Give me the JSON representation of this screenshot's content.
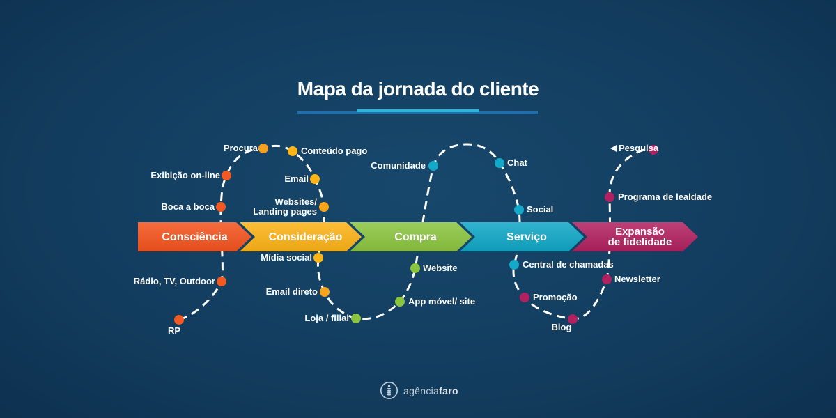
{
  "title": "Mapa da jornada do cliente",
  "underline": {
    "blue": "#1d6fb2",
    "teal": "#27b7d8"
  },
  "journey": {
    "line_color": "#ffffff"
  },
  "stages": [
    {
      "label": "Consciência",
      "color": "#f4531d"
    },
    {
      "label": "Consideração",
      "color": "#fcb316"
    },
    {
      "label": "Compra",
      "color": "#8bc540"
    },
    {
      "label": "Serviço",
      "color": "#0fa7c6"
    },
    {
      "label": "Expansão\nde fidelidade",
      "color": "#b1215f"
    }
  ],
  "touchpoints": [
    {
      "label": "RP",
      "color": "#f15a22"
    },
    {
      "label": "Rádio, TV, Outdoor",
      "color": "#f15a22"
    },
    {
      "label": "Boca a boca",
      "color": "#f15a22"
    },
    {
      "label": "Exibição on-line",
      "color": "#f15a22"
    },
    {
      "label": "Procura",
      "color": "#f7a11c"
    },
    {
      "label": "Conteúdo pago",
      "color": "#fdb515"
    },
    {
      "label": "Email",
      "color": "#fdb515"
    },
    {
      "label": "Websites/\nLanding pages",
      "color": "#f9a51c"
    },
    {
      "label": "Mídia social",
      "color": "#fdb515"
    },
    {
      "label": "Email direto",
      "color": "#f9a51c"
    },
    {
      "label": "Loja / filial",
      "color": "#8bc540"
    },
    {
      "label": "App móvel/ site",
      "color": "#8bc540"
    },
    {
      "label": "Website",
      "color": "#8bc540"
    },
    {
      "label": "Comunidade",
      "color": "#14a9c9"
    },
    {
      "label": "Chat",
      "color": "#14a9c9"
    },
    {
      "label": "Social",
      "color": "#14a9c9"
    },
    {
      "label": "Central de chamadas",
      "color": "#14a9c9"
    },
    {
      "label": "Promoção",
      "color": "#b1215f"
    },
    {
      "label": "Blog",
      "color": "#b1215f"
    },
    {
      "label": "Newsletter",
      "color": "#b1215f"
    },
    {
      "label": "Programa de lealdade",
      "color": "#b1215f"
    },
    {
      "label": "Pesquisa",
      "color": "#b1215f"
    }
  ],
  "logo": {
    "regular": "agência",
    "bold": "faro"
  }
}
